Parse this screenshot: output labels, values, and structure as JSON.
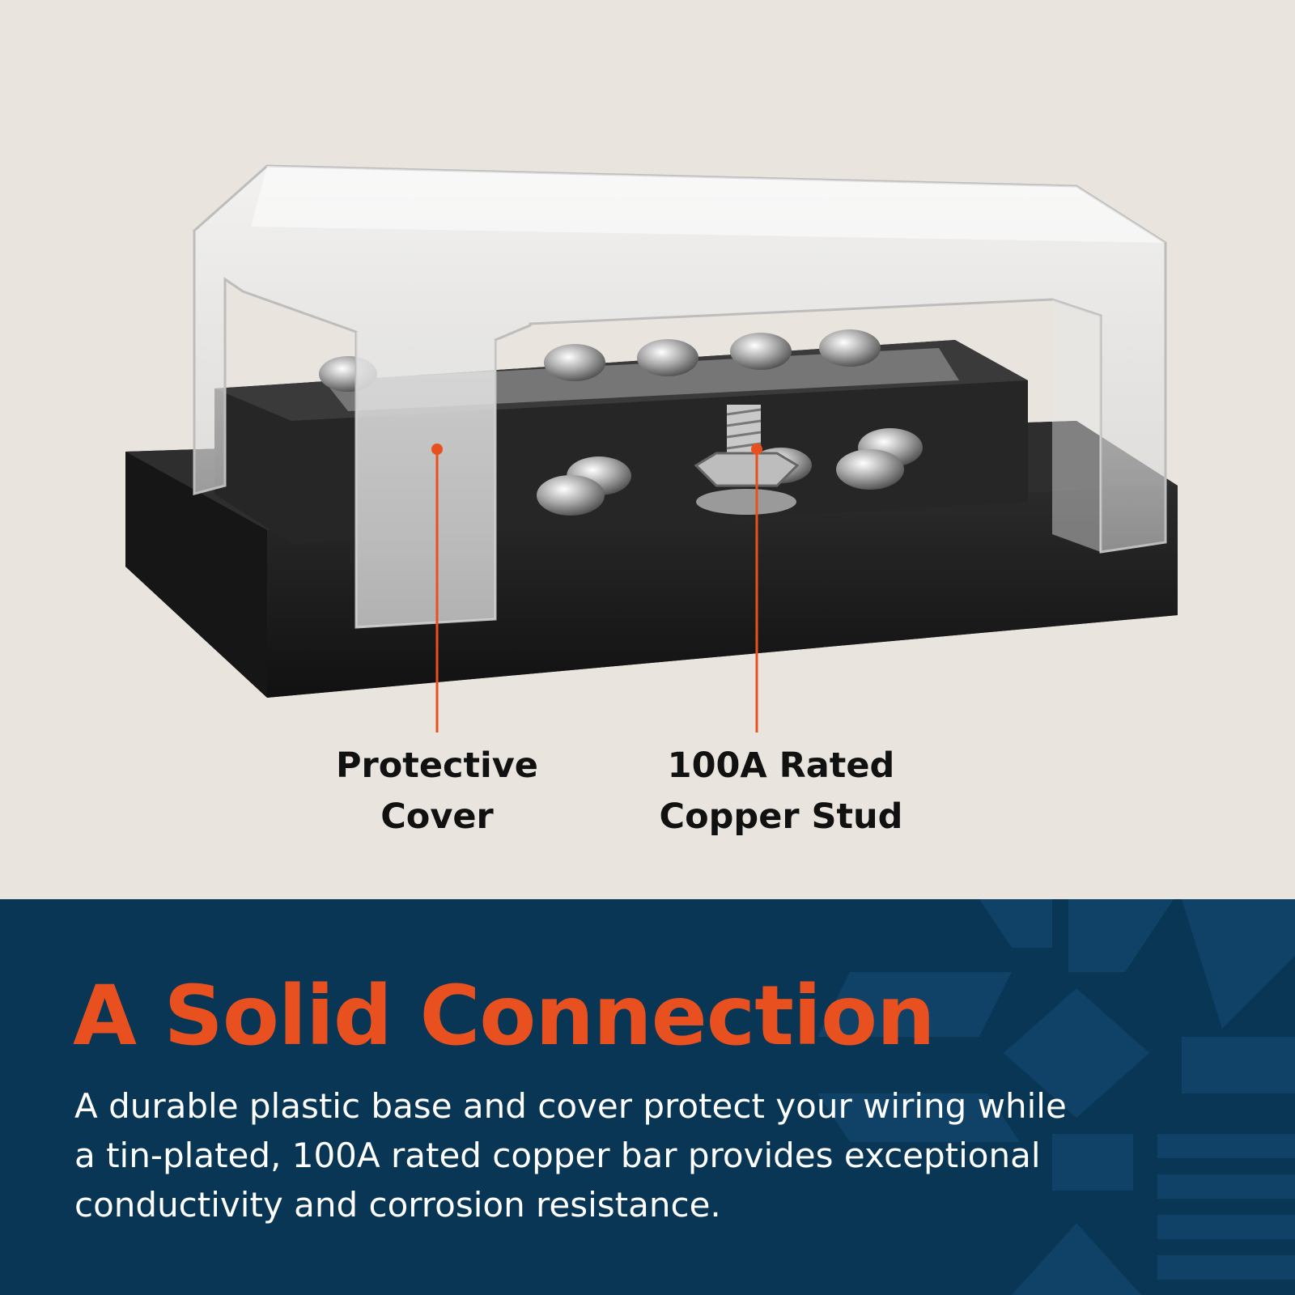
{
  "callouts": {
    "cover": {
      "label": "Protective\nCover"
    },
    "stud": {
      "label": "100A Rated\nCopper Stud"
    }
  },
  "headline": "A Solid Connection",
  "body": "A durable plastic base and cover protect your wiring while a tin-plated, 100A rated copper bar provides exceptional conductivity and corrosion resistance.",
  "colors": {
    "background": "#e9e5de",
    "band": "#083654",
    "accent": "#e8511f",
    "text_dark": "#111111",
    "text_light": "#ffffff"
  }
}
